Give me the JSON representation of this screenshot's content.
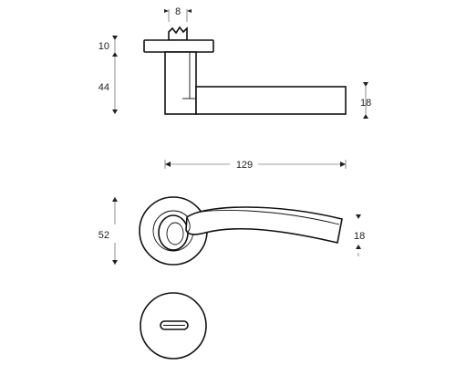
{
  "drawing": {
    "units": "mm",
    "dimensions": {
      "spindle_width": "8",
      "rose_height_side": "10",
      "rose_to_lever": "44",
      "lever_height_side": "18",
      "lever_length": "129",
      "rose_diameter": "52",
      "lever_tip_height_front": "18"
    },
    "colors": {
      "line": "#111111",
      "background": "#ffffff"
    }
  }
}
